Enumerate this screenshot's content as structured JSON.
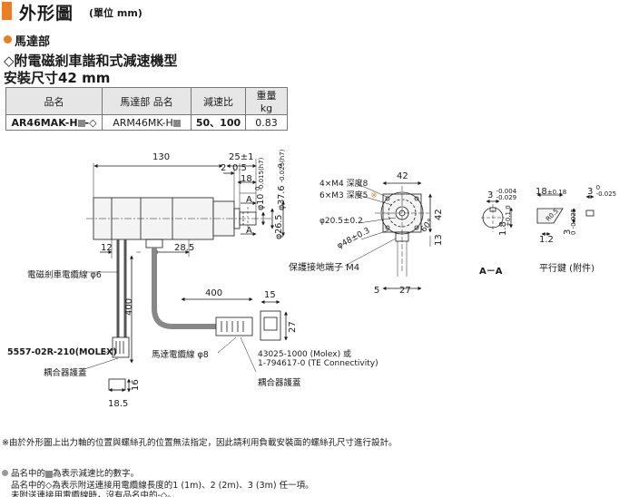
{
  "header": {
    "title": "外形圖",
    "unit": "(單位 mm)",
    "accent_color": "#f07c1e"
  },
  "section": {
    "label": "馬達部",
    "subtitle": "◇附電磁剎車諧和式減速機型",
    "size": "安裝尺寸42 mm"
  },
  "spec_table": {
    "headers": [
      "品名",
      "馬達部 品名",
      "減速比",
      "重量 kg"
    ],
    "row": {
      "model_prefix": "AR46MAK-H",
      "model_suffix": "-◇",
      "motor_prefix": "ARM46MK-H",
      "ratio": "50、100",
      "weight": "0.83"
    }
  },
  "dimensions": {
    "d130": "130",
    "d25": "25±1",
    "d2": "2",
    "d05": "0.5",
    "d18": "18",
    "shaft_dia": "φ10",
    "shaft_tol_top": "0",
    "shaft_tol_bot": "-0.015(h7)",
    "pilot_dia": "φ37.6",
    "pilot_tol_top": "0",
    "pilot_tol_bot": "-0.025(h7)",
    "d265": "φ26.5",
    "section_a1": "A",
    "section_a2": "A",
    "d12": "12",
    "d285": "28.5",
    "d400a": "400",
    "d400b": "400",
    "d15": "15",
    "d27": "27",
    "d185": "18.5",
    "d16": "16",
    "d42w": "42",
    "d42h": "42",
    "tap1": "4×M4 深度8",
    "tap2": "6×M3 深度5",
    "star": "※",
    "d205": "φ20.5±0.2",
    "d48": "φ48±0.3",
    "angle": "60°",
    "d13": "13",
    "d5": "5",
    "d27b": "27",
    "ground": "保護接地端子 M4",
    "aa_label": "A－A",
    "aa_3": "3",
    "aa_3_top": "-0.004",
    "aa_3_bot": "-0.029",
    "aa_18": "1.8",
    "aa_18_tol": "+0.1 0",
    "key_18": "18",
    "key_18_tol": "±0.18",
    "key_3": "3",
    "key_3_top": "0",
    "key_3_bot": "-0.025",
    "key_3v": "3",
    "key_3v_tol": "0 -0.025",
    "key_12": "1.2",
    "key_r": "R0.5",
    "key_label": "平行鍵 (附件)"
  },
  "labels": {
    "brake_cable": "電磁剎車電纜線 φ6",
    "connector_a": "5557-02R-210(MOLEX)",
    "cover_a": "耦合器護蓋",
    "motor_cable": "馬達電纜線 φ8",
    "connector_b1": "43025-1000 (Molex) 或",
    "connector_b2": "1-794617-0 (TE Connectivity)",
    "cover_b": "耦合器護蓋"
  },
  "notes": {
    "star_note": "※由於外形圖上出力軸的位置與螺絲孔的位置無法指定，因此請利用負載安裝面的螺絲孔尺寸進行設計。",
    "line1": "品名中的",
    "line1b": "為表示減速比的數字。",
    "line2": "品名中的◇為表示附送連接用電纜線長度的1 (1m)、2 (2m)、3 (3m) 任一項。",
    "line3": "未附送連接用電纜線時，沒有品名中的-◇。"
  }
}
